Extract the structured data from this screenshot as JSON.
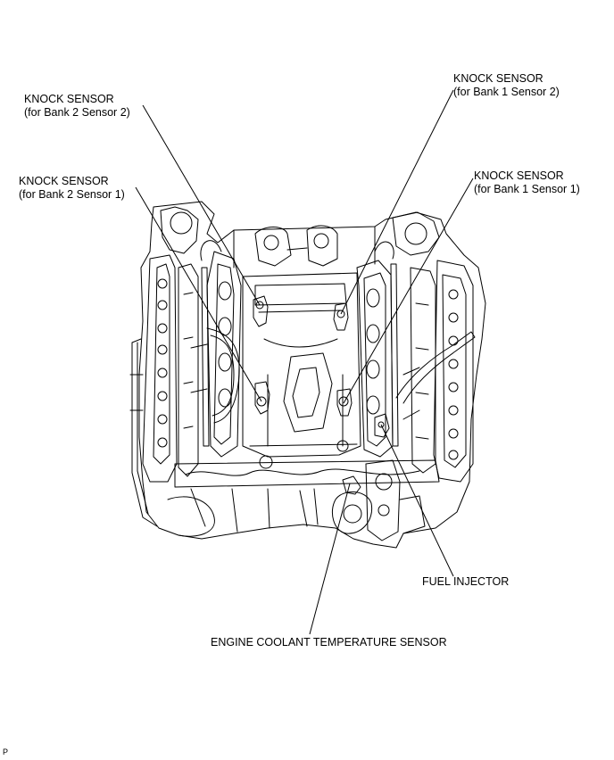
{
  "labels": {
    "ks_b2s2": {
      "line1": "KNOCK SENSOR",
      "line2": "(for Bank 2 Sensor 2)"
    },
    "ks_b2s1": {
      "line1": "KNOCK SENSOR",
      "line2": "(for Bank 2 Sensor 1)"
    },
    "ks_b1s2": {
      "line1": "KNOCK SENSOR",
      "line2": "(for Bank 1 Sensor 2)"
    },
    "ks_b1s1": {
      "line1": "KNOCK SENSOR",
      "line2": "(for Bank 1 Sensor 1)"
    },
    "fuel_injector": "FUEL INJECTOR",
    "ect_sensor": "ENGINE COOLANT TEMPERATURE SENSOR"
  },
  "corner_mark": "P",
  "line_color": "#000000"
}
